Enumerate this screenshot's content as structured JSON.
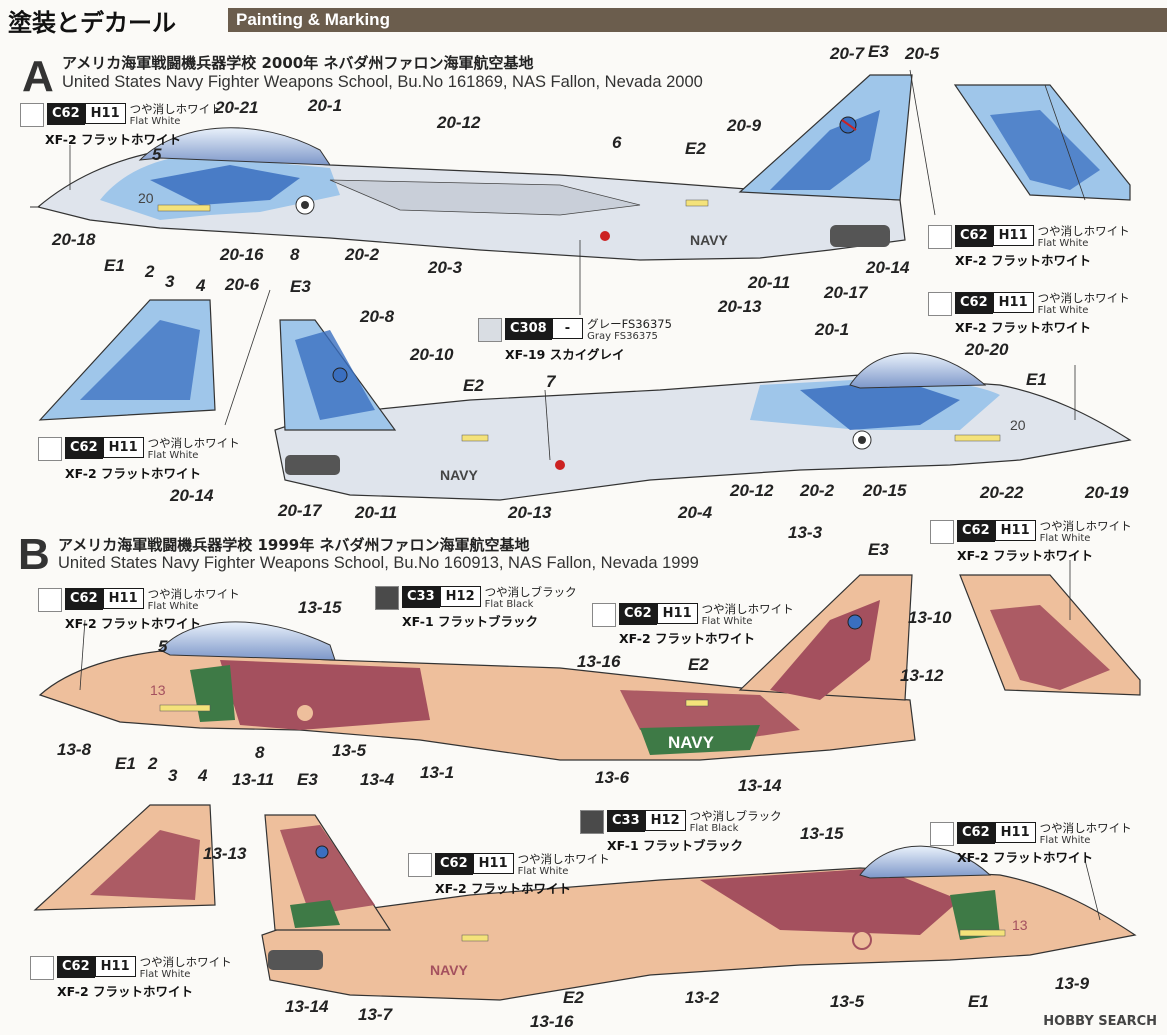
{
  "header": {
    "title_jp": "塗装とデカール",
    "title_en": "Painting & Marking"
  },
  "section_a": {
    "letter": "A",
    "title_jp": "アメリカ海軍戦闘機兵器学校 2000年 ネバダ州ファロン海軍航空基地",
    "title_en": "United States Navy Fighter Weapons School, Bu.No 161869, NAS Fallon, Nevada 2000",
    "nose_number": "20",
    "navy_text": "NAVY"
  },
  "section_b": {
    "letter": "B",
    "title_jp": "アメリカ海軍戦闘機兵器学校 1999年 ネバダ州ファロン海軍航空基地",
    "title_en": "United States Navy Fighter Weapons School, Bu.No 160913, NAS Fallon, Nevada 1999",
    "nose_number": "13",
    "navy_text": "NAVY"
  },
  "paints": {
    "white": {
      "code_a": "C62",
      "code_b": "H11",
      "jp": "つや消しホワイト",
      "en": "Flat White",
      "name": "XF-2 フラットホワイト",
      "color": "#ffffff"
    },
    "gray": {
      "code_a": "C308",
      "code_b": "-",
      "jp": "グレーFS36375",
      "en": "Gray FS36375",
      "name": "XF-19 スカイグレイ",
      "color": "#d9dde3"
    },
    "black": {
      "code_a": "C33",
      "code_b": "H12",
      "jp": "つや消しブラック",
      "en": "Flat Black",
      "name": "XF-1 フラットブラック",
      "color": "#4a4a4a"
    }
  },
  "callouts_a_top": [
    "20-7",
    "E3",
    "20-5",
    "20-21",
    "20-1",
    "20-12",
    "20-9",
    "5",
    "6",
    "E2",
    "20",
    "20-18",
    "E1",
    "2",
    "3",
    "4",
    "20-16",
    "8",
    "20-2",
    "20-3",
    "20-13",
    "20-11",
    "20-17",
    "20-14"
  ],
  "callouts_a_bottom": [
    "20-6",
    "E3",
    "20-8",
    "20-10",
    "20-1",
    "20-20",
    "E2",
    "7",
    "E1",
    "20-14",
    "20-17",
    "20-11",
    "20-13",
    "20-4",
    "20-12",
    "20-2",
    "20-15",
    "20-22",
    "20-19"
  ],
  "callouts_b_top": [
    "13-3",
    "E3",
    "13-15",
    "5",
    "13-16",
    "E2",
    "13-10",
    "13-12",
    "13-8",
    "E1",
    "2",
    "3",
    "4",
    "8",
    "13-5",
    "13-1",
    "13-6",
    "13-14"
  ],
  "callouts_b_bottom": [
    "13-11",
    "E3",
    "13-4",
    "13-15",
    "13-13",
    "E2",
    "13-16",
    "13-14",
    "13-7",
    "13-2",
    "13-5",
    "E1",
    "13-9"
  ],
  "watermark": "HOBBY SEARCH",
  "colors": {
    "blue_dark": "#3a6fc0",
    "blue_light": "#9fc6ea",
    "desert_tan": "#eebf9c",
    "desert_brown": "#a4505e",
    "desert_green": "#3e7a46"
  }
}
